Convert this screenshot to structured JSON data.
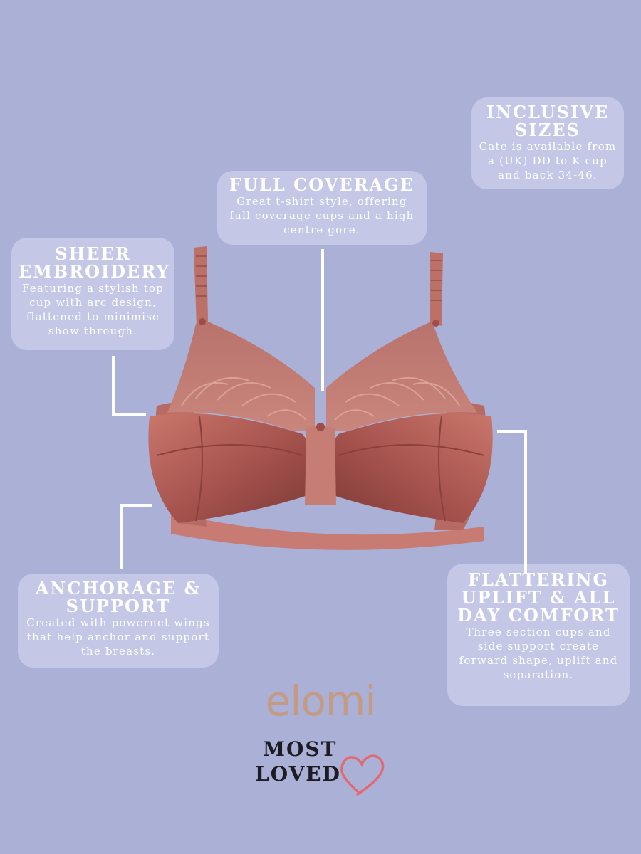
{
  "callouts": {
    "inclusive": {
      "title": "INCLUSIVE SIZES",
      "text": "Cate is available from a (UK) DD to K cup and back 34-46."
    },
    "full_coverage": {
      "title": "FULL COVERAGE",
      "text": "Great t-shirt style, offering full coverage cups and a high centre gore."
    },
    "sheer": {
      "title": "SHEER EMBROIDERY",
      "text": "Featuring a stylish top cup with arc design, flattened to minimise show through."
    },
    "anchorage": {
      "title": "ANCHORAGE & SUPPORT",
      "text": "Created with powernet wings that help anchor and support the breasts."
    },
    "uplift": {
      "title": "FLATTERING UPLIFT & ALL DAY COMFORT",
      "text": "Three section cups and side support create forward shape, uplift and separation."
    }
  },
  "brand": {
    "logo_text": "elomi",
    "badge_line1": "MOST",
    "badge_line2": "LOVED"
  },
  "colors": {
    "background": "#abb0d6",
    "card": "#c4c8e6",
    "product": "#b8625a",
    "heart": "#e06a72",
    "logo": "#c49a83"
  }
}
